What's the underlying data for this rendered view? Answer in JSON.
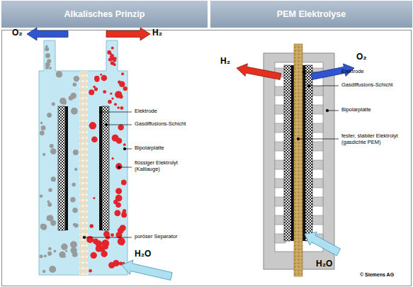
{
  "diagram": {
    "nodes": [
      {
        "text": [
          "Alkalisches Prinzip"
        ]
      },
      {
        "text": [
          "PEM Elektrolyse"
        ]
      }
    ],
    "labels": [
      "O₂",
      "H₂",
      "Elektrode",
      "Gasdiffusions-Schicht",
      "Bipolarplatte",
      "flüssiger Elektrolyt (Kalilauge)",
      "poröser Separator",
      "H₂O",
      "H₂",
      "O₂",
      "Elektrode",
      "Gasdiffusions-Schicht",
      "Bipolarplatte",
      "fester, stabiler Elektrolyt (gasdichte PEM)",
      "H₂O",
      "© Siemens AG"
    ]
  }
}
